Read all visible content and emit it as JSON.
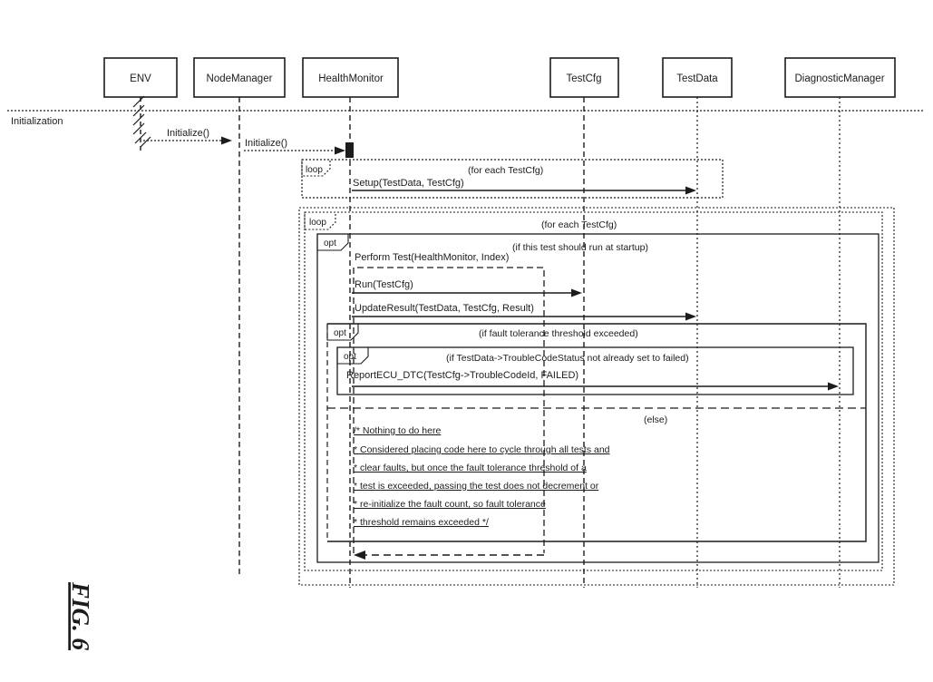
{
  "figure": {
    "label": "FIG. 6"
  },
  "separator": {
    "label": "Initialization"
  },
  "participants": [
    {
      "name": "ENV"
    },
    {
      "name": "NodeManager"
    },
    {
      "name": "HealthMonitor"
    },
    {
      "name": "TestCfg"
    },
    {
      "name": "TestData"
    },
    {
      "name": "DiagnosticManager"
    }
  ],
  "messages": {
    "initialize_env_to_node": "Initialize()",
    "initialize_node_to_health": "Initialize()",
    "setup": "Setup(TestData, TestCfg)",
    "perform_test": "Perform Test(HealthMonitor, Index)",
    "run": "Run(TestCfg)",
    "update_result": "UpdateResult(TestData, TestCfg, Result)",
    "report_ecu_dtc": "ReportECU_DTC(TestCfg->TroubleCodeId, FAILED)"
  },
  "fragments": {
    "setup_loop": {
      "operator": "loop",
      "guard": "(for each TestCfg)"
    },
    "main_loop": {
      "operator": "loop",
      "guard": "(for each TestCfg)"
    },
    "startup_opt": {
      "operator": "opt",
      "guard": "(if this test should run at startup)"
    },
    "fault_opt": {
      "operator": "opt",
      "guard": "(if fault tolerance threshold exceeded)",
      "else_label": "(else)"
    },
    "trouble_code_opt": {
      "operator": "opt",
      "guard": "(if TestData->TroubleCodeStatus not already set to failed)"
    }
  },
  "comment": {
    "lines": [
      "/* Nothing to do here",
      "* Considered placing code here to cycle through all tests and",
      "* clear faults, but once the fault tolerance threshold of a",
      "* test is exceeded, passing the test does not decrement or",
      "* re-initialize the fault count, so fault tolerance",
      "* threshold remains exceeded */"
    ]
  },
  "colors": {
    "ink": "#1c1c1c",
    "background": "#ffffff"
  }
}
